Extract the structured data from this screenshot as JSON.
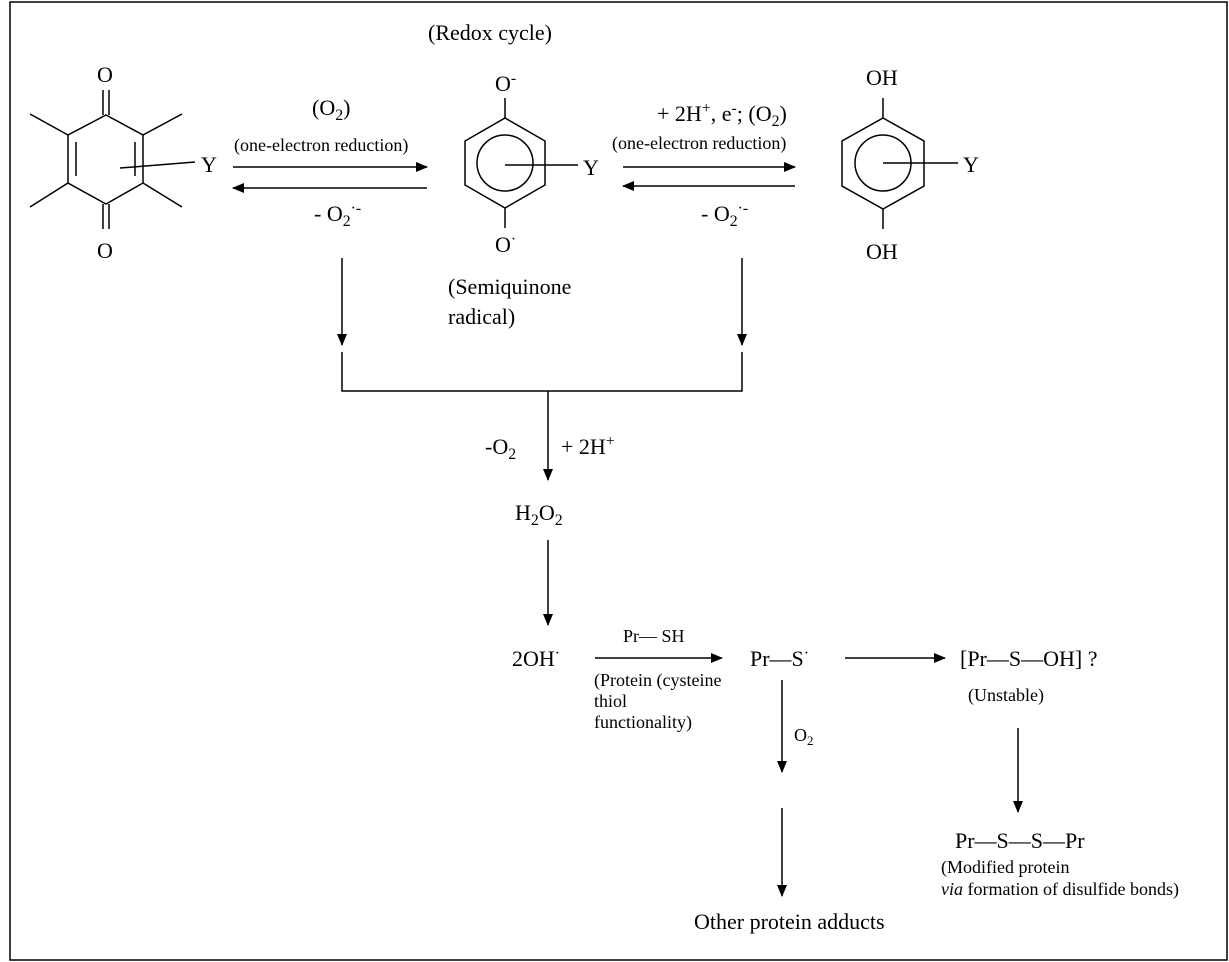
{
  "redox_cycle_label": "(Redox cycle)",
  "quinone": {
    "o": "O",
    "y": "Y"
  },
  "semiquinone": {
    "o": "O",
    "y": "Y",
    "label_line1": "(Semiquinone",
    "label_line2": "radical)"
  },
  "hydroquinone": {
    "oh": "OH",
    "y": "Y"
  },
  "step1": {
    "reagent_open": "(O",
    "reagent_sub": "2",
    "reagent_close": ")",
    "condition": "(one-electron reduction)",
    "back_prefix": "- O",
    "back_sub": "2",
    "back_sup": "·-"
  },
  "step2": {
    "reagent_prefix": "+ 2H",
    "reagent_sup": "+",
    "reagent_mid": ", e",
    "reagent_sup2": "-",
    "reagent_o2_open": "; (O",
    "reagent_o2_sub": "2",
    "reagent_o2_close": ")",
    "condition": "(one-electron reduction)",
    "back_prefix": "- O",
    "back_sub": "2",
    "back_sup": "·-"
  },
  "merge": {
    "left_prefix": "-O",
    "left_sub": "2",
    "right_prefix": "+ 2H",
    "right_sup": "+"
  },
  "h2o2": {
    "h": "H",
    "h_sub": "2",
    "o": "O",
    "o_sub": "2"
  },
  "hydroxyl": {
    "text": "2OH",
    "dot": "·"
  },
  "protein_thiol": {
    "reagent": "Pr— SH",
    "note_line1": "(Protein (cysteine",
    "note_line2": " thiol",
    "note_line3": "functionality)"
  },
  "thiyl": {
    "text": "Pr—S",
    "dot": "·"
  },
  "sulfenic": {
    "text": "[Pr—S—OH] ?",
    "note": "(Unstable)"
  },
  "o2_branch": {
    "prefix": "O",
    "sub": "2"
  },
  "disulfide": {
    "text": "Pr—S—S—Pr",
    "note_line1": "(Modified protein",
    "note_line2_italic": "via",
    "note_line2_rest": " formation of disulfide bonds)"
  },
  "other_adducts": "Other protein adducts"
}
